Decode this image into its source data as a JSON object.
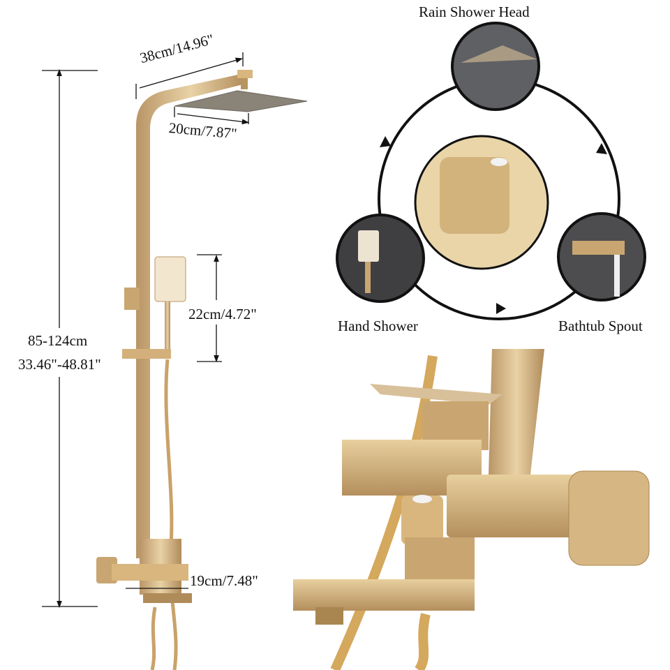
{
  "dimensions": {
    "arm_length": "38cm/14.96\"",
    "head_width": "20cm/7.87\"",
    "hand_shower_length": "22cm/4.72\"",
    "height_cm": "85-124cm",
    "height_in": "33.46\"-48.81\"",
    "spout_length": "19cm/7.48\""
  },
  "functions": {
    "top": "Rain Shower Head",
    "left": "Hand Shower",
    "right": "Bathtub Spout"
  },
  "colors": {
    "gold": "#d8b67e",
    "gold_dark": "#a98650",
    "line": "#111111"
  }
}
